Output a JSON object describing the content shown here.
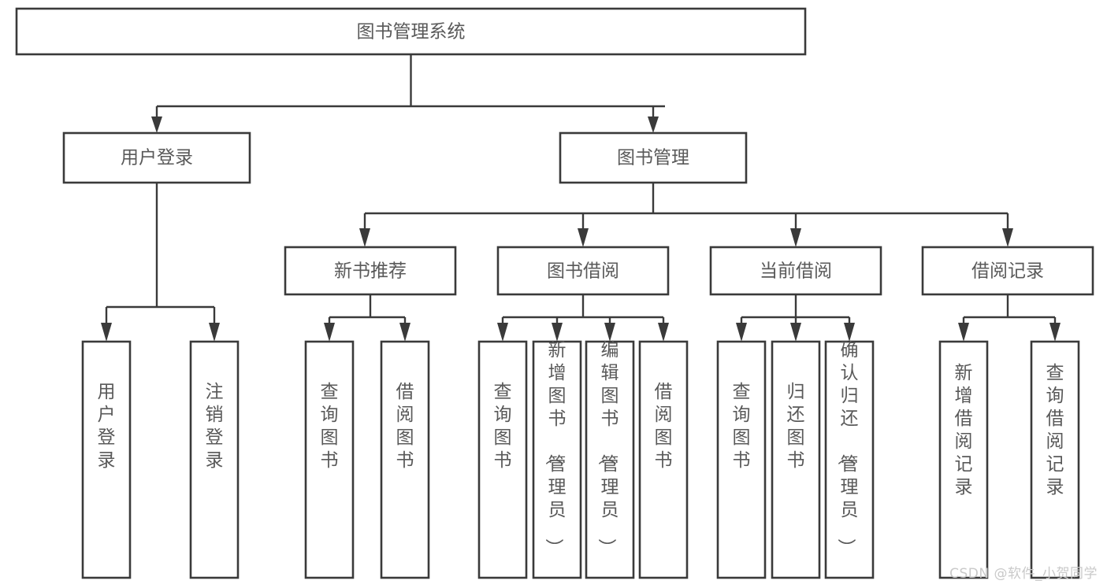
{
  "diagram": {
    "title": "图书管理系统",
    "type": "tree-hierarchy",
    "watermark": "CSDN @软件_小贺同学",
    "colors": {
      "box_stroke": "#3a3a3a",
      "box_fill": "#ffffff",
      "text": "#595959",
      "connector": "#3a3a3a",
      "background": "#ffffff",
      "watermark": "#c9c9c9"
    },
    "root": {
      "label": "图书管理系统"
    },
    "level2": [
      {
        "label": "用户登录"
      },
      {
        "label": "图书管理"
      }
    ],
    "level3": [
      {
        "label": "新书推荐"
      },
      {
        "label": "图书借阅"
      },
      {
        "label": "当前借阅"
      },
      {
        "label": "借阅记录"
      }
    ],
    "leaves": {
      "user_login": [
        {
          "label": "用户登录"
        },
        {
          "label": "注销登录"
        }
      ],
      "new_book_recommend": [
        {
          "label": "查询图书"
        },
        {
          "label": "借阅图书"
        }
      ],
      "book_borrow": [
        {
          "label": "查询图书"
        },
        {
          "label": "新增图书（管理员）"
        },
        {
          "label": "编辑图书（管理员）"
        },
        {
          "label": "借阅图书"
        }
      ],
      "current_borrow": [
        {
          "label": "查询图书"
        },
        {
          "label": "归还图书"
        },
        {
          "label": "确认归还（管理员）"
        }
      ],
      "borrow_record": [
        {
          "label": "新增借阅记录"
        },
        {
          "label": "查询借阅记录"
        }
      ]
    }
  }
}
